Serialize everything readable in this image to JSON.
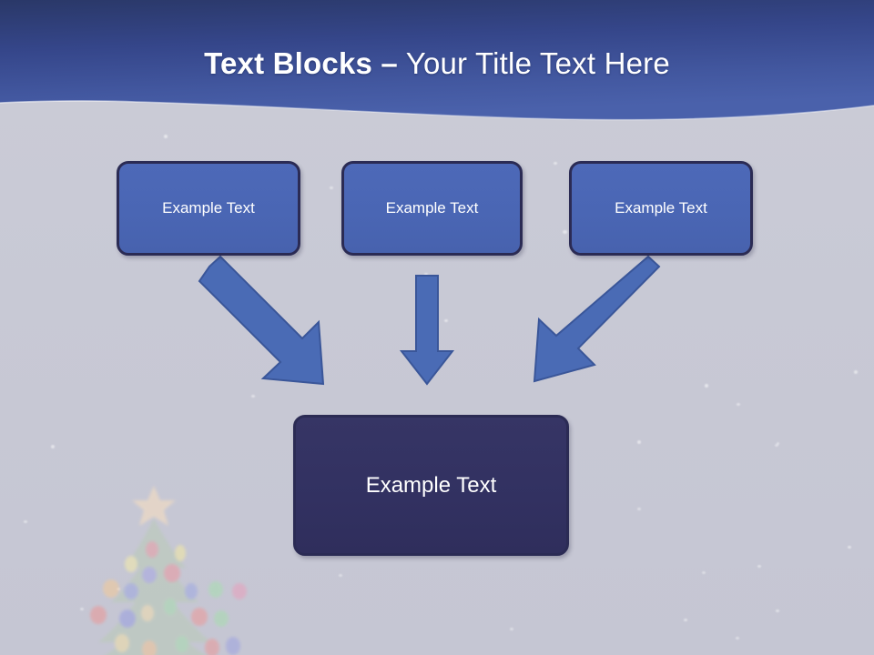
{
  "slide": {
    "title": {
      "bold_part": "Text Blocks –",
      "regular_part": " Your Title Text Here",
      "full": "Text Blocks – Your Title Text Here"
    },
    "background_color": "#c8c9d5",
    "header_gradient_top": "#2b3a6b",
    "header_gradient_bottom": "#4660a8"
  },
  "boxes": {
    "top_row": [
      {
        "label": "Example Text",
        "fill": "#4a66b4",
        "border": "#2b2b54"
      },
      {
        "label": "Example Text",
        "fill": "#4a66b4",
        "border": "#2b2b54"
      },
      {
        "label": "Example Text",
        "fill": "#4a66b4",
        "border": "#2b2b54"
      }
    ],
    "result": {
      "label": "Example Text",
      "fill": "#323161",
      "border": "#2b2b54"
    }
  },
  "arrows": [
    {
      "name": "arrow-left-diagonal",
      "direction": "down-right",
      "fill": "#4a6bb5"
    },
    {
      "name": "arrow-center-vertical",
      "direction": "down",
      "fill": "#4a6bb5"
    },
    {
      "name": "arrow-right-diagonal",
      "direction": "down-left",
      "fill": "#4a6bb5"
    }
  ],
  "decoration": {
    "name": "christmas-tree",
    "star_color": "#f7ddbe",
    "tree_color": "#b9cbb6",
    "light_colors": [
      "#e8a0a8",
      "#f2e7a6",
      "#a8a8e0",
      "#a8dcb0",
      "#f0c79a",
      "#d8a0d8"
    ]
  }
}
